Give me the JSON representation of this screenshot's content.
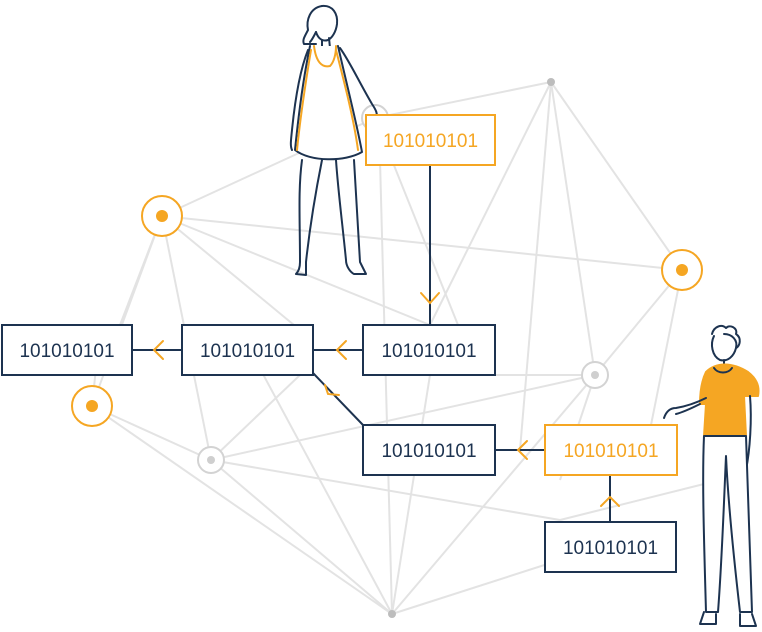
{
  "colors": {
    "navy": "#1d3350",
    "orange": "#f5a623",
    "network_gray": "#e1e1e1",
    "node_gray": "#c8c8c8"
  },
  "boxes": [
    {
      "id": "box-top-orange",
      "label": "101010101",
      "color": "orange"
    },
    {
      "id": "box-left",
      "label": "101010101",
      "color": "navy"
    },
    {
      "id": "box-mid-left",
      "label": "101010101",
      "color": "navy"
    },
    {
      "id": "box-mid-right",
      "label": "101010101",
      "color": "navy"
    },
    {
      "id": "box-lower-mid",
      "label": "101010101",
      "color": "navy"
    },
    {
      "id": "box-right-orange",
      "label": "101010101",
      "color": "orange"
    },
    {
      "id": "box-bottom-right",
      "label": "101010101",
      "color": "navy"
    }
  ],
  "icons": [
    "woman-figure-icon",
    "man-figure-icon",
    "network-node-icon",
    "arrow-head-icon"
  ]
}
